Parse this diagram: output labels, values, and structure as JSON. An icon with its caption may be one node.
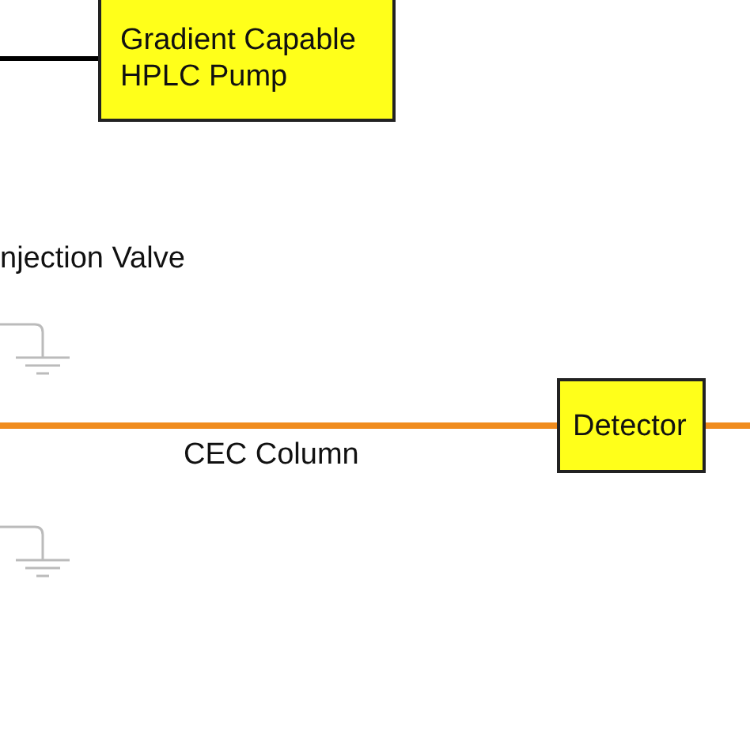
{
  "diagram": {
    "nodes": [
      {
        "text": [
          "Gradient Capable HPLC Pump"
        ]
      },
      {
        "text": [
          "Detector"
        ]
      }
    ],
    "edges": [
      {
        "from": null,
        "to": 0,
        "arrow": "none",
        "color": "#000000"
      },
      {
        "from": null,
        "to": 1,
        "arrow": "none"
      },
      {
        "from": 1,
        "to": null,
        "arrow": "none"
      }
    ],
    "labels": [
      "njection Valve",
      "CEC Column"
    ]
  }
}
